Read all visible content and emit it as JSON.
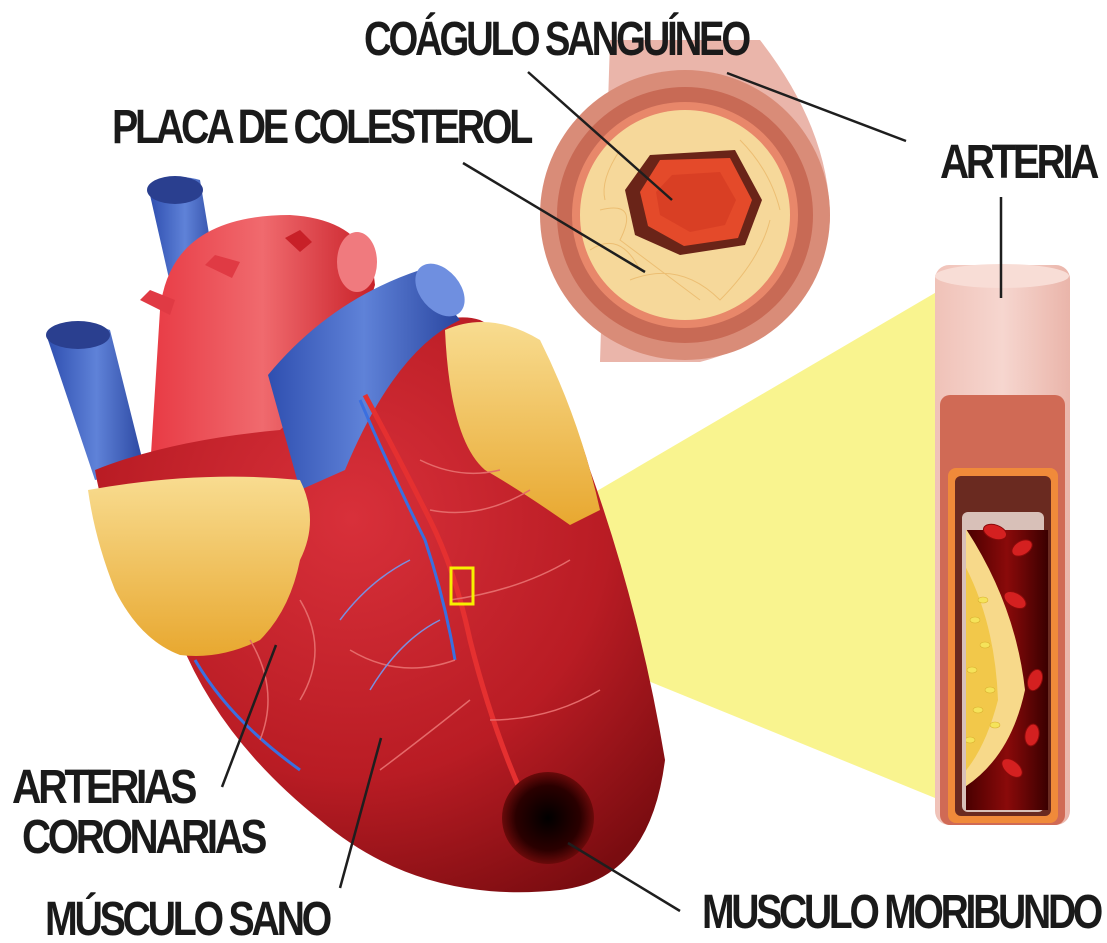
{
  "labels": {
    "blood_clot": "COÁGULO SANGUÍNEO",
    "cholesterol_plaque": "PLACA DE COLESTEROL",
    "artery": "ARTERIA",
    "coronary_arteries_line1": "ARTERIAS",
    "coronary_arteries_line2": "CORONARIAS",
    "healthy_muscle": "MÚSCULO SANO",
    "dying_muscle": "MUSCULO MORIBUNDO"
  },
  "colors": {
    "heart_red": "#c8202a",
    "vein_blue": "#3e5fbf",
    "fat_yellow": "#f2c460",
    "artery_wall": "#d9806a",
    "zoom_highlight": "#f7f06a",
    "label_text": "#1a1a1a"
  }
}
